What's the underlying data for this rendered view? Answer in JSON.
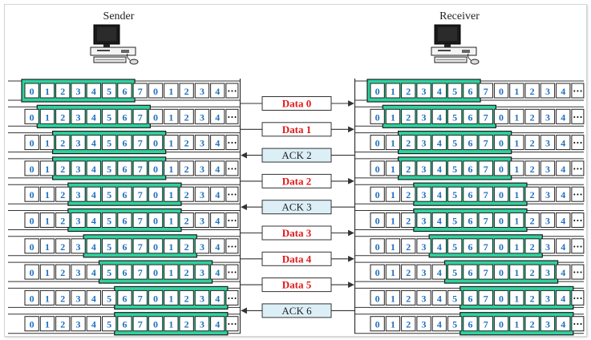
{
  "sender": {
    "title": "Sender",
    "icon": "computer-icon"
  },
  "receiver": {
    "title": "Receiver",
    "icon": "computer-icon"
  },
  "sequence": [
    "0",
    "1",
    "2",
    "3",
    "4",
    "5",
    "6",
    "7",
    "0",
    "1",
    "2",
    "3",
    "4"
  ],
  "more": "•••",
  "colors": {
    "window_fill": "#2fd19e",
    "window_stroke": "#1c1c1c",
    "cell_border": "#222222",
    "cell_text": "#1e6fc0",
    "data_text": "#e01818",
    "ack_fill": "#dceff7",
    "ack_text": "#222222",
    "arrow": "#333333"
  },
  "sender_windows": [
    [
      0,
      6
    ],
    [
      1,
      7
    ],
    [
      2,
      8
    ],
    [
      2,
      8
    ],
    [
      3,
      9
    ],
    [
      3,
      9
    ],
    [
      4,
      10
    ],
    [
      5,
      11
    ],
    [
      6,
      12
    ],
    [
      6,
      12
    ]
  ],
  "receiver_windows": [
    [
      0,
      6
    ],
    [
      1,
      7
    ],
    [
      2,
      8
    ],
    [
      2,
      8
    ],
    [
      3,
      9
    ],
    [
      3,
      9
    ],
    [
      4,
      10
    ],
    [
      5,
      11
    ],
    [
      6,
      12
    ],
    [
      6,
      12
    ]
  ],
  "messages": [
    {
      "label": "Data 0",
      "kind": "data",
      "direction": "to-receiver"
    },
    {
      "label": "Data 1",
      "kind": "data",
      "direction": "to-receiver"
    },
    {
      "label": "ACK 2",
      "kind": "ack",
      "direction": "to-sender"
    },
    {
      "label": "Data 2",
      "kind": "data",
      "direction": "to-receiver"
    },
    {
      "label": "ACK 3",
      "kind": "ack",
      "direction": "to-sender"
    },
    {
      "label": "Data 3",
      "kind": "data",
      "direction": "to-receiver"
    },
    {
      "label": "Data 4",
      "kind": "data",
      "direction": "to-receiver"
    },
    {
      "label": "Data 5",
      "kind": "data",
      "direction": "to-receiver"
    },
    {
      "label": "ACK 6",
      "kind": "ack",
      "direction": "to-sender"
    }
  ]
}
